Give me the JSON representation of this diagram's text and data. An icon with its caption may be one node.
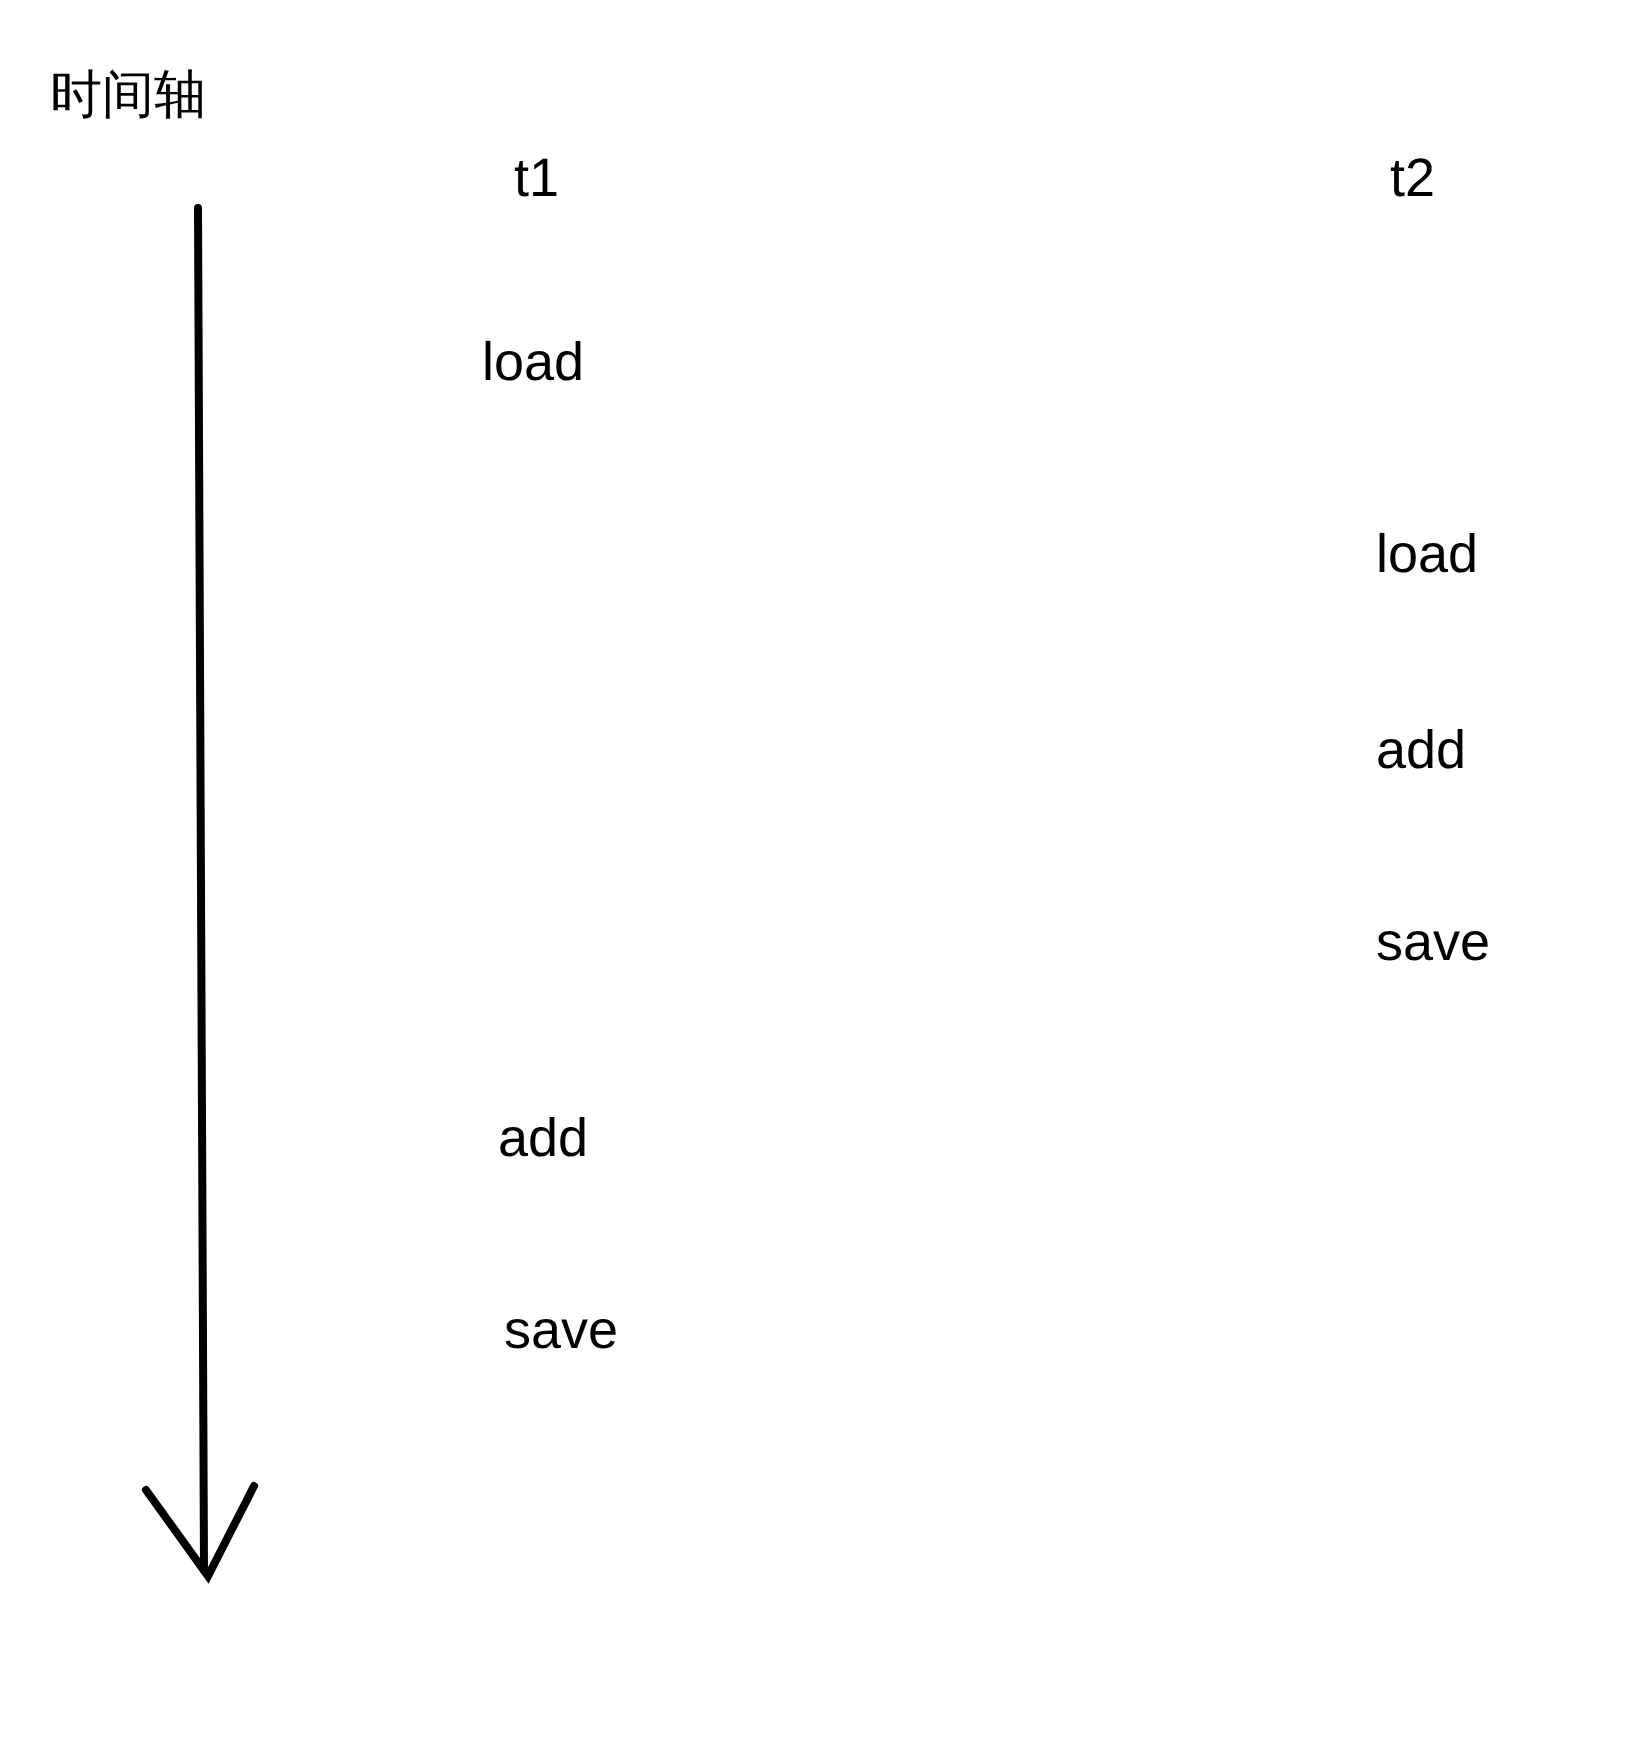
{
  "diagram": {
    "labels": [
      "时间轴",
      "t1",
      "t2",
      "load",
      "load",
      "add",
      "save",
      "add",
      "save"
    ]
  }
}
